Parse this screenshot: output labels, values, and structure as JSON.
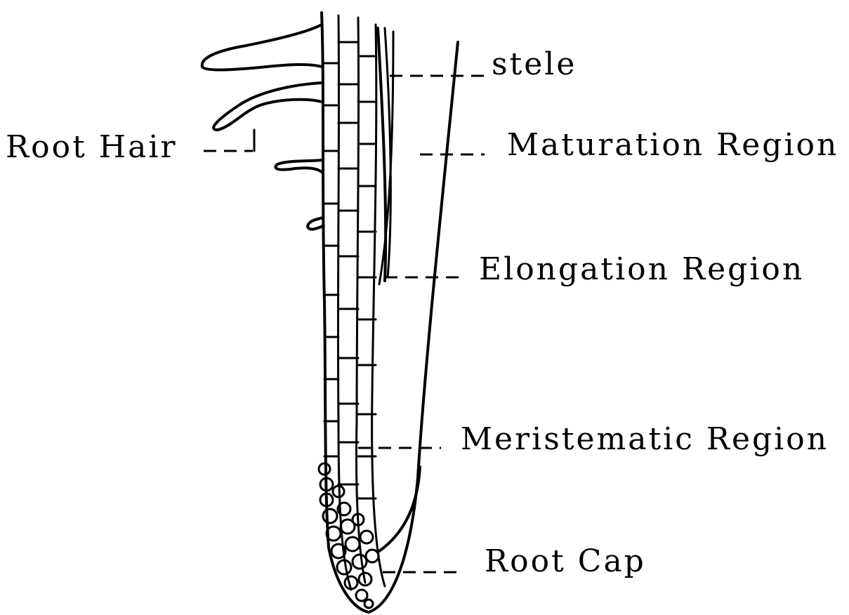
{
  "labels": {
    "stele": "stele",
    "maturation": "Maturation Region",
    "elongation": "Elongation Region",
    "meristematic": "Meristematic Region",
    "root_cap": "Root Cap",
    "root_hair": "Root Hair"
  },
  "colors": {
    "ink": "#000000",
    "paper": "#ffffff"
  }
}
